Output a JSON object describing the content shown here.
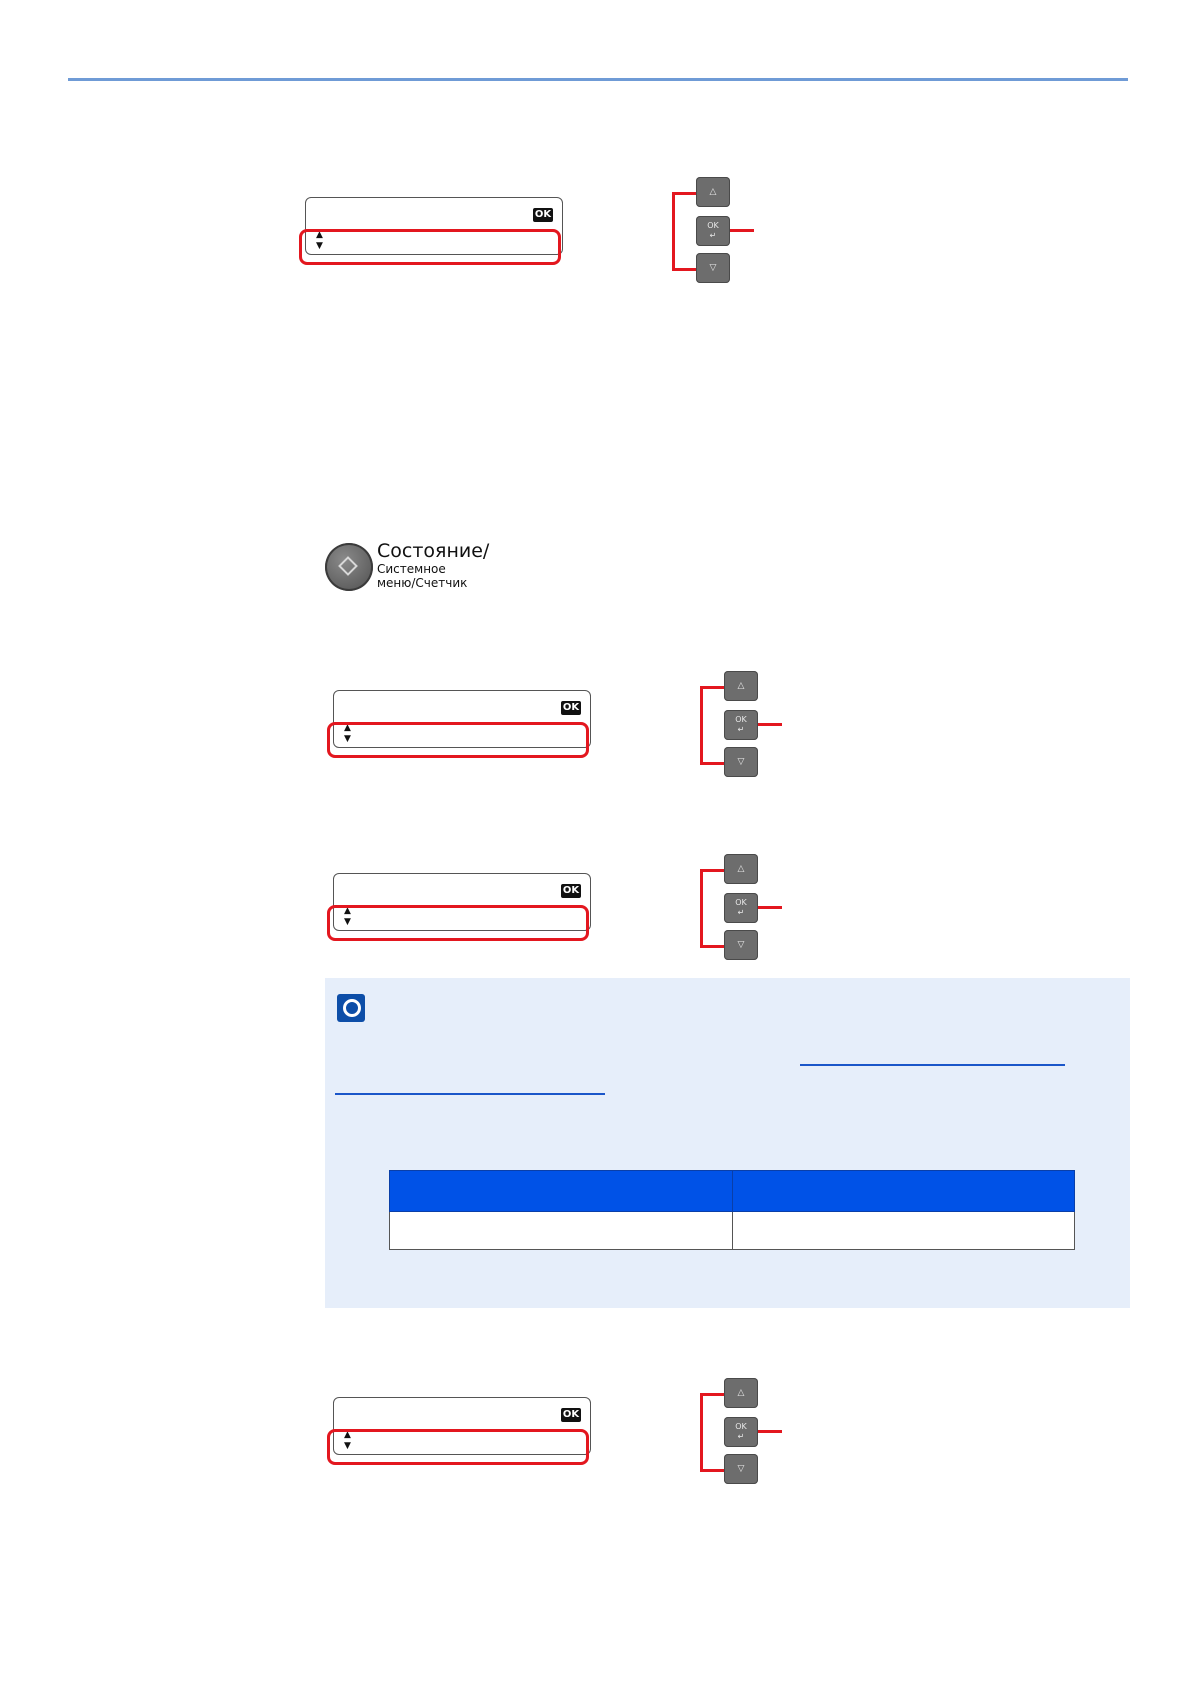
{
  "lcd": {
    "ok_badge": "OK",
    "arrow_up": "▲",
    "arrow_down": "▼"
  },
  "keys": {
    "up_glyph": "△",
    "ok_label": "OK",
    "ok_enter_glyph": "↵",
    "down_glyph": "▽"
  },
  "status_button": {
    "label_main": "Состояние/",
    "label_sub_1": "Системное",
    "label_sub_2": "меню/Счетчик"
  },
  "note_table": {
    "headers": [
      "",
      ""
    ],
    "rows": [
      [
        "",
        ""
      ]
    ]
  },
  "colors": {
    "accent_rule": "#6f9bd6",
    "highlight_red": "#e3171f",
    "note_background": "#e6eefa",
    "table_header": "#0052e7",
    "link_blue": "#1a56c9"
  }
}
